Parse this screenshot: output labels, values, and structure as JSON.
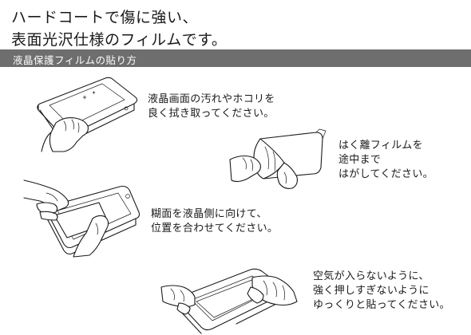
{
  "headline": {
    "line1": "ハードコートで傷に強い、",
    "line2": "表面光沢仕様のフィルムです。"
  },
  "section_bar": {
    "label": "液晶保護フィルムの貼り方"
  },
  "steps": [
    {
      "lines": [
        "液晶画面の汚れやホコリを",
        "良く拭き取ってください。"
      ]
    },
    {
      "lines": [
        "はく離フィルムを",
        "途中まで",
        "はがしてください。"
      ]
    },
    {
      "lines": [
        "糊面を液晶側に向けて、",
        "位置を合わせてください。"
      ]
    },
    {
      "lines": [
        "空気が入らないように、",
        "強く押しすぎないように",
        "ゆっくりと貼ってください。"
      ]
    }
  ]
}
